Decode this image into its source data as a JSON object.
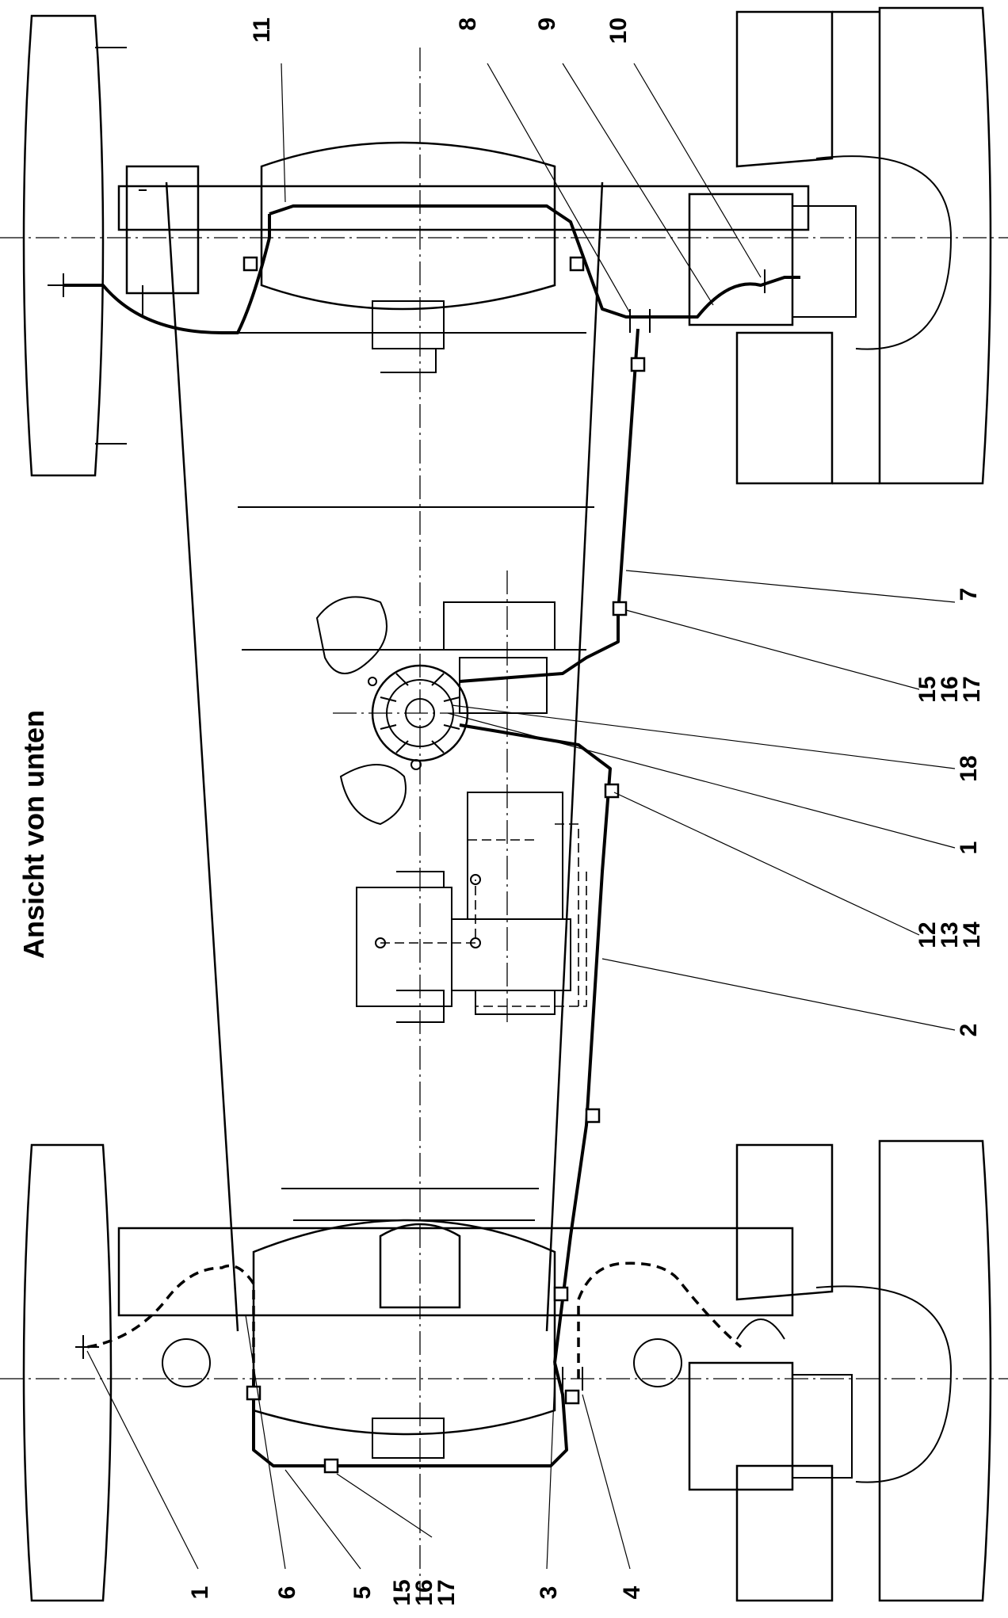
{
  "title": "Ansicht von unten",
  "callouts": {
    "c1": "1",
    "c2": "2",
    "c3": "3",
    "c4": "4",
    "c5": "5",
    "c6": "6",
    "c7": "7",
    "c8": "8",
    "c9": "9",
    "c10": "10",
    "c11": "11",
    "c1b": "1",
    "c18": "18",
    "c12": "12",
    "c13": "13",
    "c14": "14",
    "c15a": "15",
    "c16a": "16",
    "c17a": "17",
    "c15b": "15",
    "c16b": "16",
    "c17b": "17"
  }
}
